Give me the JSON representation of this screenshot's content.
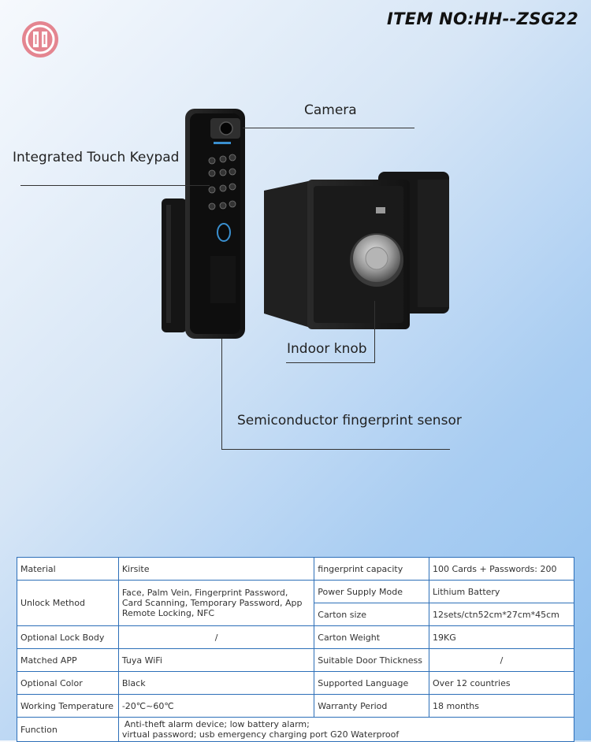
{
  "header": {
    "item_no": "ITEM NO:HH--ZSG22"
  },
  "callouts": {
    "camera": "Camera",
    "keypad": "Integrated Touch Keypad",
    "knob": "Indoor knob",
    "fingerprint": "Semiconductor  fingerprint sensor"
  },
  "colors": {
    "accent": "#e5848e",
    "table_border": "#2d6fb8",
    "lock_body": "#1b1b1b"
  },
  "icons": {
    "logo": "brand-logo-icon",
    "product": "smart-lock-image"
  },
  "spec_table": {
    "material_label": "Material",
    "material_value": "Kirsite",
    "fp_cap_label": "fingerprint capacity",
    "fp_cap_value": "100 Cards + Passwords: 200",
    "unlock_label": "Unlock Method",
    "unlock_value": "Face, Palm Vein, Fingerprint Password, Card Scanning, Temporary Password, App Remote Locking, NFC",
    "power_label": "Power Supply Mode",
    "power_value": "Lithium Battery",
    "carton_size_label": "Carton size",
    "carton_size_value": "12sets/ctn52cm*27cm*45cm",
    "lock_body_label": "Optional Lock Body",
    "lock_body_value": "/",
    "carton_weight_label": "Carton Weight",
    "carton_weight_value": "19KG",
    "app_label": "Matched APP",
    "app_value": "Tuya WiFi",
    "door_label": "Suitable Door Thickness",
    "door_value": "/",
    "color_label": "Optional Color",
    "color_value": "Black",
    "language_label": "Supported Language",
    "language_value": "Over 12 countries",
    "temp_label": "Working Temperature",
    "temp_value": "-20℃~60℃",
    "warranty_label": "Warranty Period",
    "warranty_value": "18 months",
    "function_label": "Function",
    "function_value_1": "Anti-theft alarm device; low battery alarm;",
    "function_value_2": "virtual password; usb emergency charging port   G20 Waterproof"
  }
}
